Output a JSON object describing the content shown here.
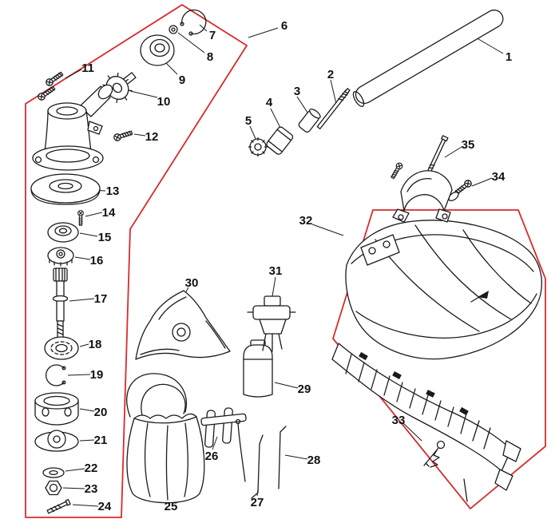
{
  "colors": {
    "outline": "#d62b2b",
    "line": "#1b1b1b",
    "background": "#ffffff"
  },
  "parts": [
    {
      "label": "1"
    },
    {
      "label": "2"
    },
    {
      "label": "3"
    },
    {
      "label": "4"
    },
    {
      "label": "5"
    },
    {
      "label": "6"
    },
    {
      "label": "7"
    },
    {
      "label": "8"
    },
    {
      "label": "9"
    },
    {
      "label": "10"
    },
    {
      "label": "11"
    },
    {
      "label": "12"
    },
    {
      "label": "13"
    },
    {
      "label": "14"
    },
    {
      "label": "15"
    },
    {
      "label": "16"
    },
    {
      "label": "17"
    },
    {
      "label": "18"
    },
    {
      "label": "19"
    },
    {
      "label": "20"
    },
    {
      "label": "21"
    },
    {
      "label": "22"
    },
    {
      "label": "23"
    },
    {
      "label": "24"
    },
    {
      "label": "25"
    },
    {
      "label": "26"
    },
    {
      "label": "27"
    },
    {
      "label": "28"
    },
    {
      "label": "29"
    },
    {
      "label": "30"
    },
    {
      "label": "31"
    },
    {
      "label": "32"
    },
    {
      "label": "33"
    },
    {
      "label": "34"
    },
    {
      "label": "35"
    }
  ]
}
